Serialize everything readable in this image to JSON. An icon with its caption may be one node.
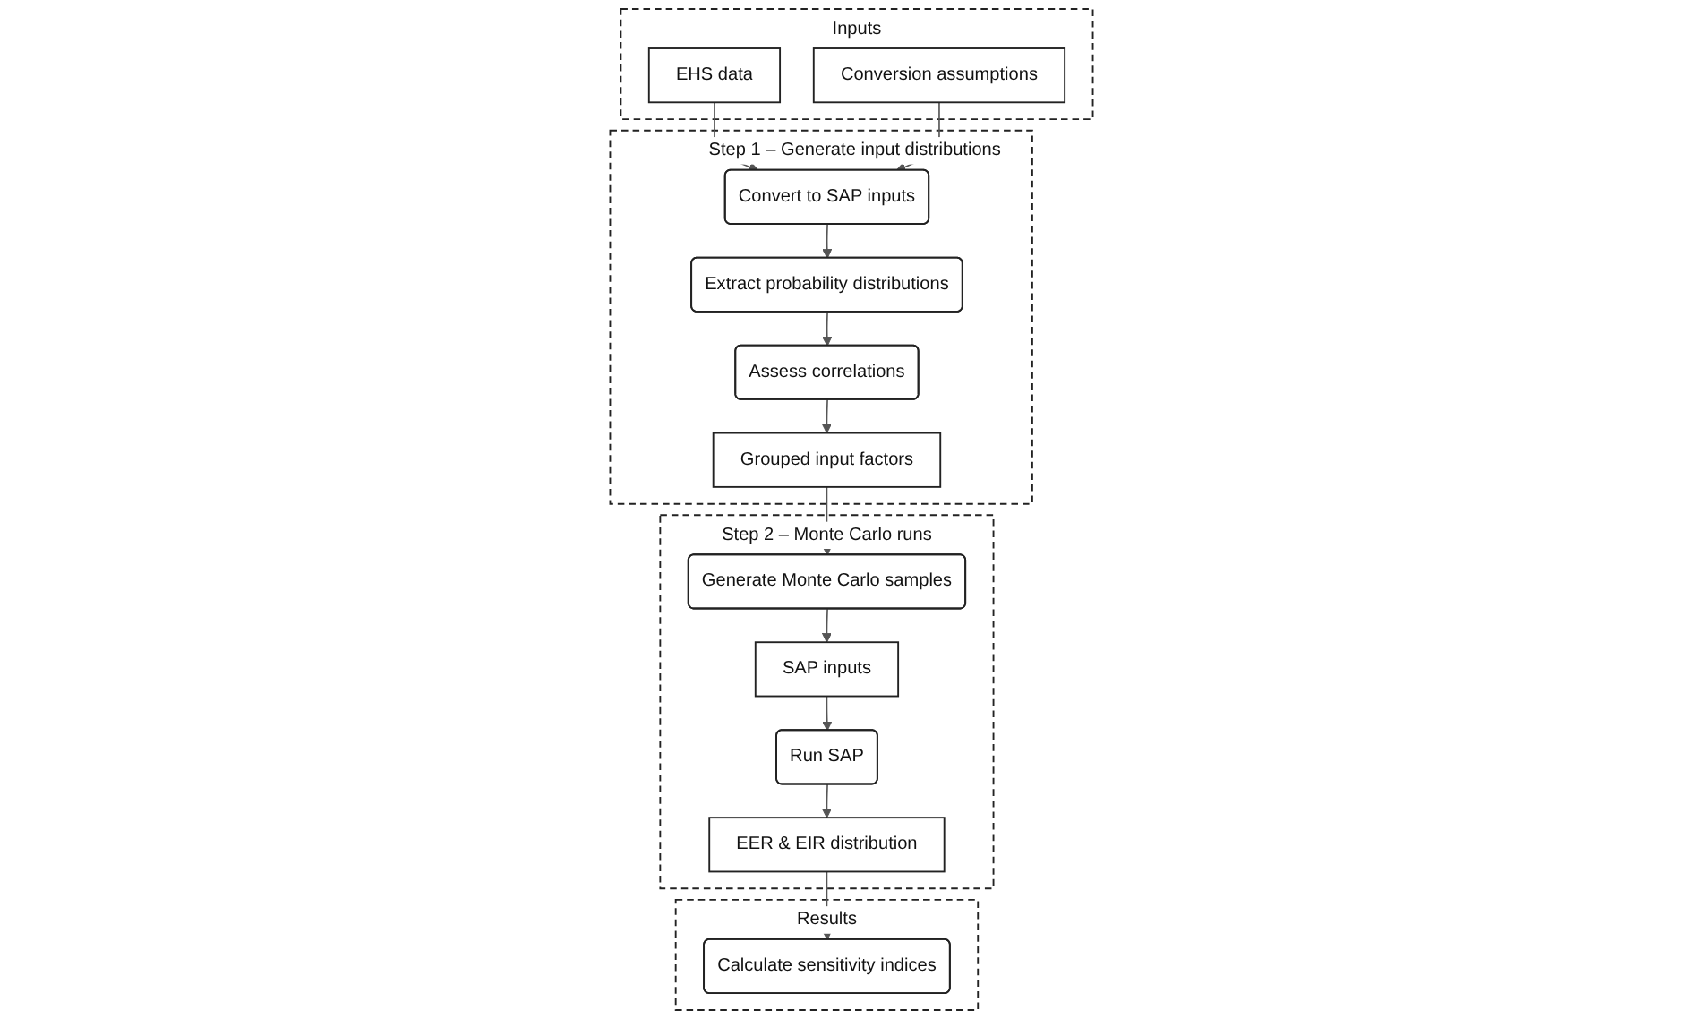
{
  "diagram": {
    "nodes": [
      {
        "text": [
          "Inputs"
        ]
      },
      {
        "text": [
          "EHS data"
        ],
        "in": 0
      },
      {
        "text": [
          "Conversion assumptions"
        ],
        "in": 0
      },
      {
        "text": [
          "Step 1 – Generate input distributions"
        ]
      },
      {
        "text": [
          "Convert to SAP inputs"
        ],
        "in": 3
      },
      {
        "text": [
          "Extract probability distributions"
        ],
        "in": 3
      },
      {
        "text": [
          "Assess correlations"
        ],
        "in": 3
      },
      {
        "text": [
          "Grouped input factors"
        ],
        "in": 3
      },
      {
        "text": [
          "Step 2 – Monte Carlo runs"
        ]
      },
      {
        "text": [
          "Generate Monte Carlo samples"
        ],
        "in": 8
      },
      {
        "text": [
          "SAP inputs"
        ],
        "in": 8
      },
      {
        "text": [
          "Run SAP"
        ],
        "in": 8
      },
      {
        "text": [
          "EER & EIR distribution"
        ],
        "in": 8
      },
      {
        "text": [
          "Results"
        ]
      },
      {
        "text": [
          "Calculate sensitivity indices"
        ],
        "in": 13
      }
    ],
    "edges": [
      {
        "from": 1,
        "to": 4,
        "arrow": "to"
      },
      {
        "from": 2,
        "to": 4,
        "arrow": "to"
      },
      {
        "from": 4,
        "to": 5,
        "arrow": "to"
      },
      {
        "from": 5,
        "to": 6,
        "arrow": "to"
      },
      {
        "from": 6,
        "to": 7,
        "arrow": "to"
      },
      {
        "from": 7,
        "to": 9,
        "arrow": "to"
      },
      {
        "from": 9,
        "to": 10,
        "arrow": "to"
      },
      {
        "from": 10,
        "to": 11,
        "arrow": "to"
      },
      {
        "from": 11,
        "to": 12,
        "arrow": "to"
      },
      {
        "from": 12,
        "to": 14,
        "arrow": "to"
      }
    ]
  }
}
